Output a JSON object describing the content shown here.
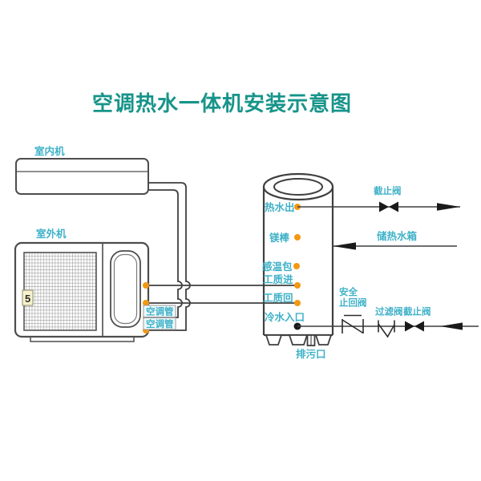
{
  "title": "空调热水一体机安装示意图",
  "colors": {
    "title": "#17948a",
    "label_cyan": "#3eb1c8",
    "dot_orange": "#f39812",
    "line_dark": "#3f3f3f"
  },
  "indoor_unit": {
    "label": "室内机"
  },
  "outdoor_unit": {
    "label": "室外机",
    "tag": "5"
  },
  "ac_pipes": [
    {
      "label": "空调管"
    },
    {
      "label": "空调管"
    }
  ],
  "tank": {
    "storage_label": "储热水箱",
    "ports": [
      {
        "name": "hot-water-out",
        "label": "热水出"
      },
      {
        "name": "magnesium-rod",
        "label": "镁棒"
      },
      {
        "name": "temp-sensor",
        "label": "感温包"
      },
      {
        "name": "refrigerant-in",
        "label": "工质进"
      },
      {
        "name": "refrigerant-return",
        "label": "工质回"
      },
      {
        "name": "cold-water-inlet",
        "label": "冷水入口"
      },
      {
        "name": "drain-outlet",
        "label": "排污口"
      }
    ]
  },
  "valves": {
    "stop_top": "截止阀",
    "safety_line1": "安全",
    "safety_line2": "止回阀",
    "filter": "过滤阀",
    "stop_bottom": "截止阀"
  }
}
